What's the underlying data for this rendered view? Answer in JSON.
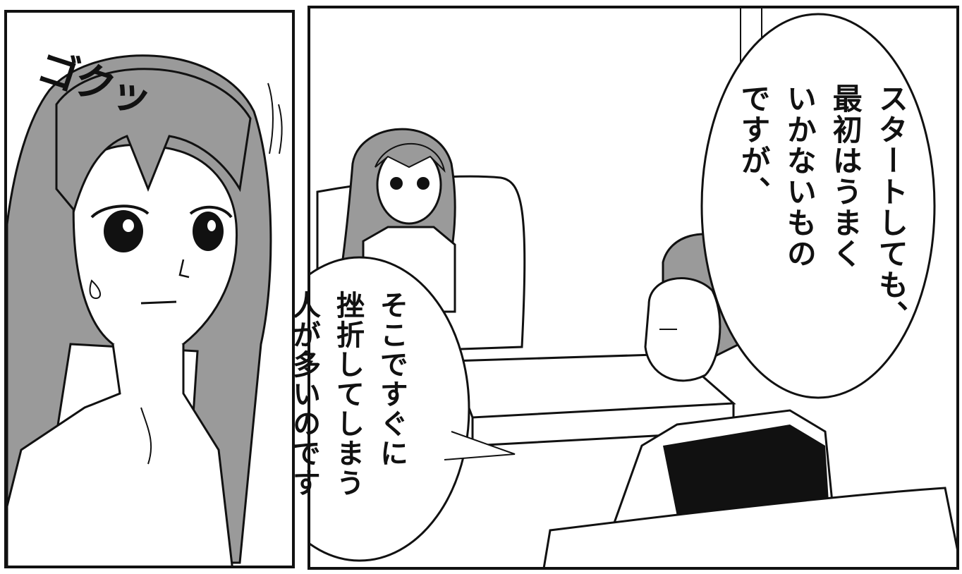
{
  "panels": {
    "left": {
      "sfx": "ゴクッ"
    },
    "right": {
      "bubble_right": "スタートしても、\n最初はうまく\nいかないもの\nですが、",
      "bubble_center": "そこですぐに\n挫折してしまう\n人が多いのです"
    }
  },
  "colors": {
    "ink": "#111111",
    "tone": "#9a9a9a",
    "paper": "#ffffff"
  }
}
